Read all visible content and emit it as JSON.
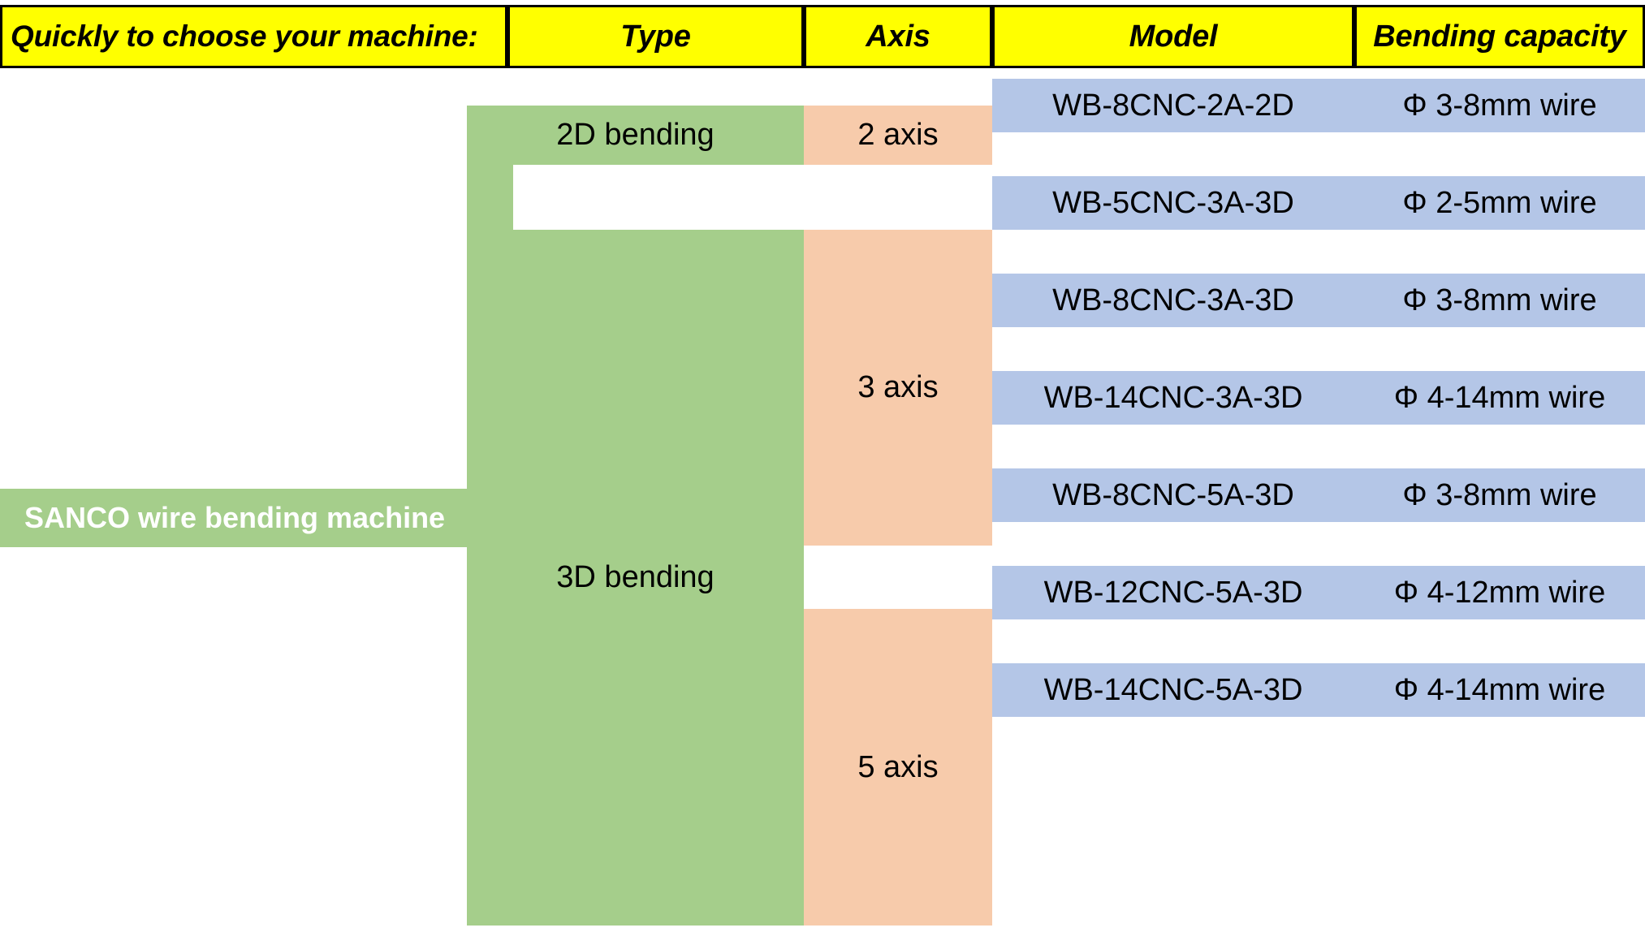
{
  "header": {
    "cells": [
      {
        "label": "Quickly to choose your machine:"
      },
      {
        "label": "Type"
      },
      {
        "label": "Axis"
      },
      {
        "label": "Model"
      },
      {
        "label": "Bending capacity"
      }
    ]
  },
  "colors": {
    "header_bg": "#ffff00",
    "header_border": "#000000",
    "type_bg": "#a5ce8b",
    "axis_bg": "#f7cbab",
    "row_bg": "#b4c6e7",
    "root_text": "#ffffff",
    "text": "#000000",
    "page_bg": "#ffffff"
  },
  "root": {
    "label": "SANCO wire bending machine"
  },
  "types": [
    {
      "label": "2D bending"
    },
    {
      "label": "3D bending"
    }
  ],
  "axes": [
    {
      "label": "2 axis"
    },
    {
      "label": "3 axis"
    },
    {
      "label": "5 axis"
    }
  ],
  "rows": [
    {
      "type": "2D bending",
      "axis": "2 axis",
      "model": "WB-8CNC-2A-2D",
      "capacity": "Φ 3-8mm wire"
    },
    {
      "type": "3D bending",
      "axis": "3 axis",
      "model": "WB-5CNC-3A-3D",
      "capacity": "Φ 2-5mm wire"
    },
    {
      "type": "3D bending",
      "axis": "3 axis",
      "model": "WB-8CNC-3A-3D",
      "capacity": "Φ 3-8mm wire"
    },
    {
      "type": "3D bending",
      "axis": "3 axis",
      "model": "WB-14CNC-3A-3D",
      "capacity": "Φ 4-14mm wire"
    },
    {
      "type": "3D bending",
      "axis": "5 axis",
      "model": "WB-8CNC-5A-3D",
      "capacity": "Φ 3-8mm wire"
    },
    {
      "type": "3D bending",
      "axis": "5 axis",
      "model": "WB-12CNC-5A-3D",
      "capacity": "Φ 4-12mm wire"
    },
    {
      "type": "3D bending",
      "axis": "5 axis",
      "model": "WB-14CNC-5A-3D",
      "capacity": "Φ 4-14mm wire"
    }
  ]
}
